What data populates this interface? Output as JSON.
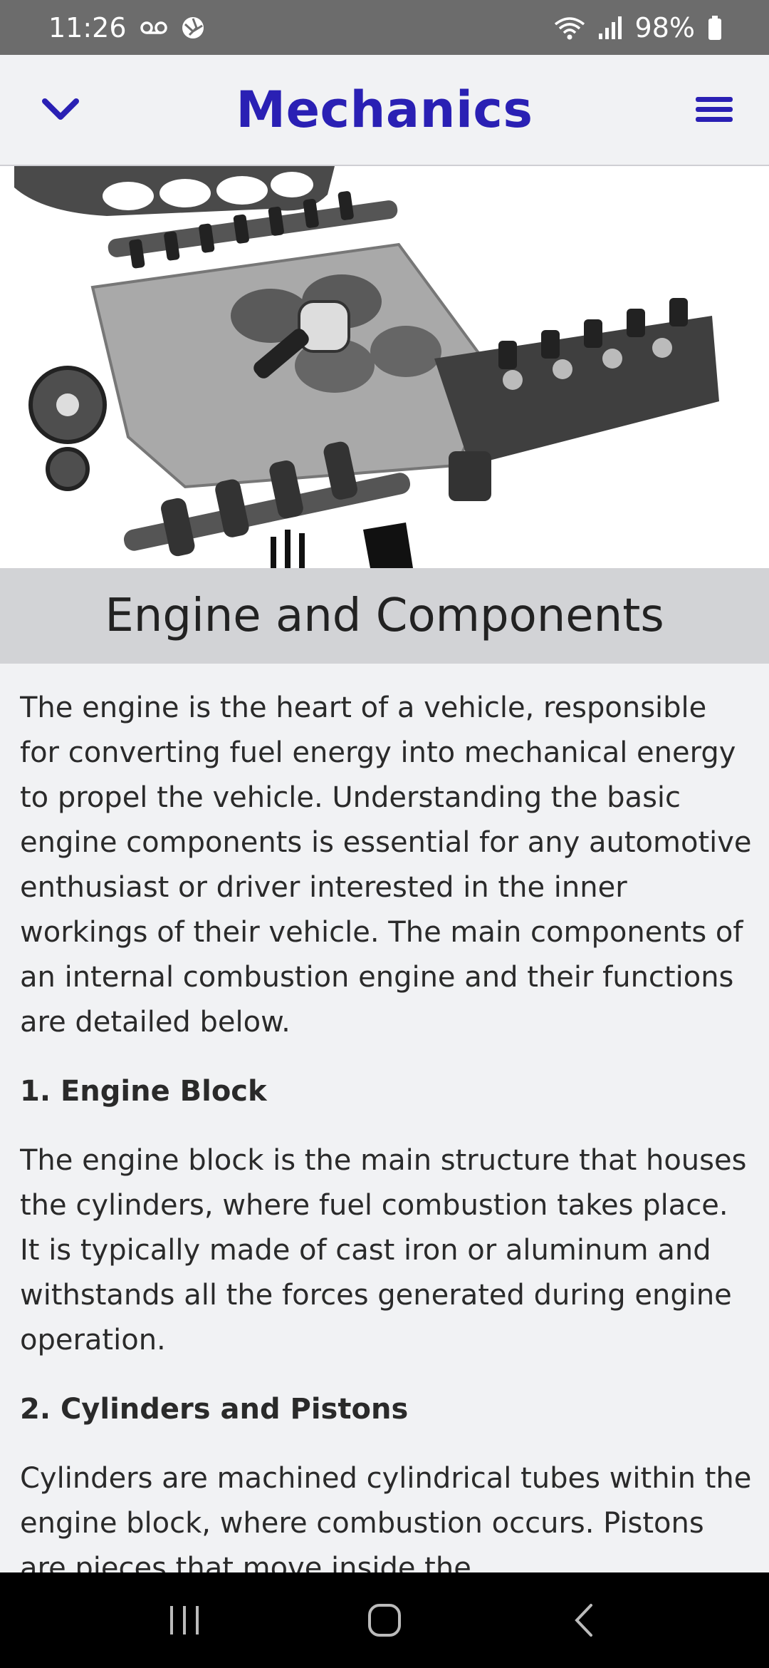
{
  "status_bar": {
    "time": "11:26",
    "battery": "98%",
    "icons": [
      "voicemail-icon",
      "aperture-icon",
      "wifi-icon",
      "signal-icon",
      "battery-icon"
    ]
  },
  "app_bar": {
    "title": "Mechanics",
    "left_icon": "chevron-down-icon",
    "right_icon": "menu-icon",
    "accent_color": "#2a20b4"
  },
  "hero": {
    "icon": "engine-parts-icon"
  },
  "section": {
    "title": "Engine and Components"
  },
  "content": {
    "intro": "The engine is the heart of a vehicle, responsible for converting fuel energy into mechanical energy to propel the vehicle. Understanding the basic engine components is essential for any automotive enthusiast or driver interested in the inner workings of their vehicle. The main components of an internal combustion engine and their functions are detailed below.",
    "sections": [
      {
        "heading": "1. Engine Block",
        "body": "The engine block is the main structure that houses the cylinders, where fuel combustion takes place. It is typically made of cast iron or aluminum and withstands all the forces generated during engine operation."
      },
      {
        "heading": "2. Cylinders and Pistons",
        "body": "Cylinders are machined cylindrical tubes within the engine block, where combustion occurs. Pistons are pieces that move inside the"
      }
    ]
  },
  "nav_bar": {
    "icons": [
      "recent-apps-icon",
      "home-icon",
      "back-icon"
    ]
  }
}
